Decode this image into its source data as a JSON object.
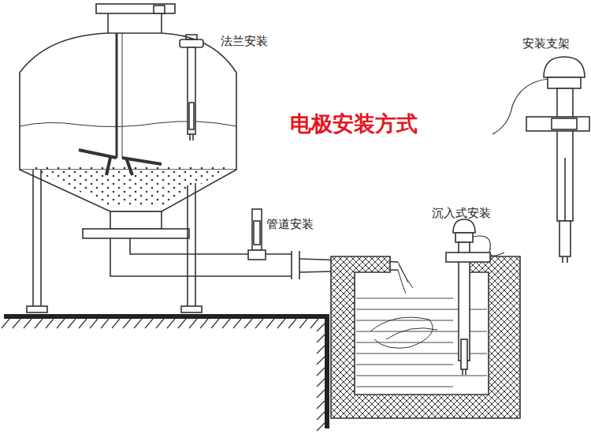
{
  "diagram": {
    "title": "电极安装方式",
    "labels": [
      "法兰安装",
      "管道安装",
      "沉入式安装",
      "安装支架"
    ]
  }
}
